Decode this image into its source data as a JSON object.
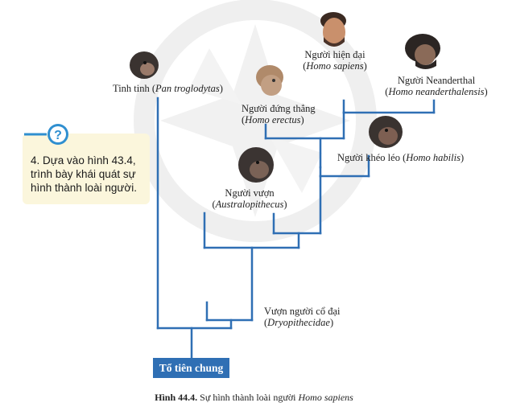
{
  "question": {
    "icon": "question-mark-icon",
    "line1": "4. Dựa vào hình 43.4,",
    "line2": "trình bày khái quát sự",
    "line3": "hình thành loài người."
  },
  "species": {
    "pan": {
      "common": "Tinh tinh (",
      "scientific": "Pan troglodytas",
      "close": ")"
    },
    "sapiens": {
      "common": "Người hiện đại",
      "scientific": "Homo sapiens"
    },
    "neanderthal": {
      "common": "Người Neanderthal",
      "scientific": "Homo neanderthalensis"
    },
    "erectus": {
      "common": "Người đứng thẳng",
      "scientific": "Homo erectus"
    },
    "habilis": {
      "common": "Người khéo léo (",
      "scientific": "Homo habilis",
      "close": ")"
    },
    "australopithecus": {
      "common": "Người vượn",
      "scientific": "Australopithecus"
    },
    "dryopithecidae": {
      "common": "Vượn người cổ đại",
      "scientific": "Dryopithecidae"
    }
  },
  "root_label": "Tổ tiên chung",
  "caption": {
    "figure": "Hình 44.4.",
    "text": " Sự hình thành loài người ",
    "scientific": "Homo sapiens"
  },
  "colors": {
    "line": "#2f6fb4",
    "root_bg": "#2f6fb4",
    "question_bg": "#fbf6dc",
    "watermark": "#ececec"
  }
}
